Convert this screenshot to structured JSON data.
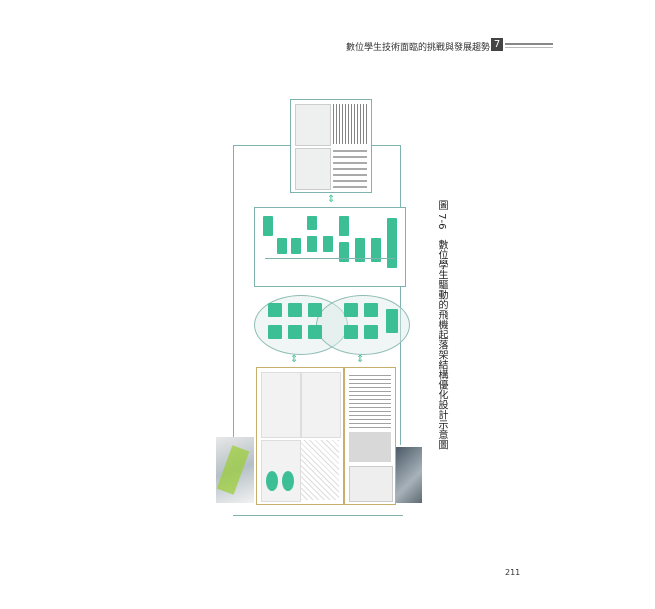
{
  "header": {
    "title": "數位學生技術面臨的挑戰與發展趨勢",
    "chapter": "7"
  },
  "figure": {
    "caption": "圖 7-6　數位學生驅動的飛機起落架結構優化設計示意圖"
  },
  "page_number": "211"
}
